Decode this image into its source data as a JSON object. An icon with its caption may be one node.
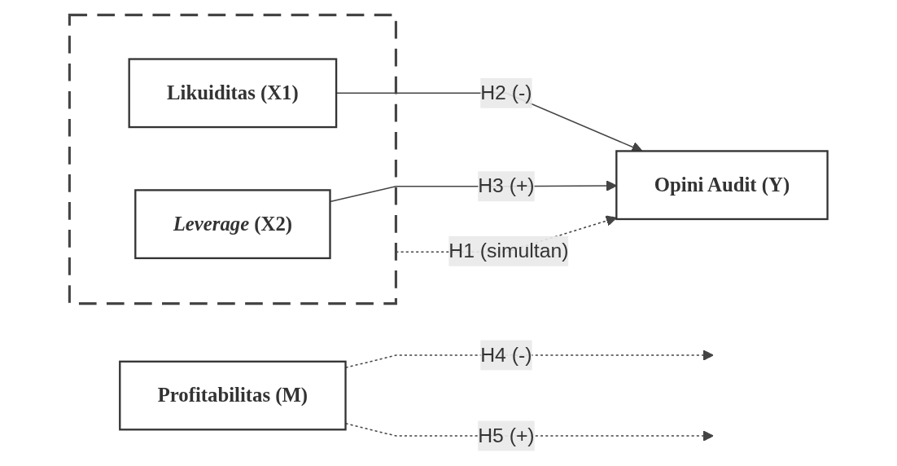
{
  "diagram": {
    "nodes": [
      {
        "text": [],
        "shape": "box"
      },
      {
        "text": [
          "Likuiditas (X1)"
        ],
        "in": 0
      },
      {
        "text": [
          "*Leverage* (X2)"
        ],
        "in": 0
      },
      {
        "text": [
          "Opini Audit (Y)"
        ]
      },
      {
        "text": [
          "Profitabilitas (M)"
        ]
      }
    ],
    "edges": [
      {
        "from": 0,
        "to": 3,
        "arrow": "to",
        "label": "H1 (simultan)",
        "style": "dashed"
      },
      {
        "from": 1,
        "to": 3,
        "arrow": "to",
        "label": "H2 (-)"
      },
      {
        "from": 2,
        "to": 3,
        "arrow": "to",
        "label": "H3 (+)"
      },
      {
        "from": 4,
        "to": null,
        "arrow": "to",
        "label": "H4 (-)",
        "style": "dashed"
      },
      {
        "from": 4,
        "to": null,
        "arrow": "to",
        "label": "H5 (+)",
        "style": "dashed"
      }
    ]
  }
}
